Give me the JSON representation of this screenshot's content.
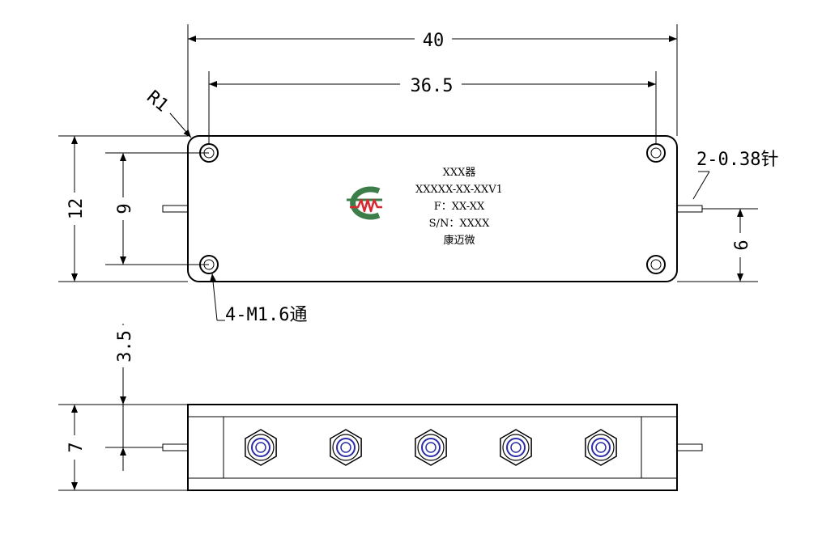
{
  "dimensions": {
    "overall_length": "40",
    "hole_spacing_x": "36.5",
    "corner_radius": "R1",
    "overall_width": "12",
    "hole_spacing_y": "9",
    "pin_spec": "2-0.38针",
    "pin_offset": "6",
    "hole_spec": "4-M1.6通",
    "side_offset": "3.5",
    "side_height": "7"
  },
  "label": {
    "line1": "XXX器",
    "line2": "XXXXX-XX-XXV1",
    "line3": "F：XX-XX",
    "line4": "S/N：XXXX",
    "line5": "康迈微"
  },
  "logo": {
    "name": "company-logo-icon",
    "ring_color": "#3d7d4a",
    "wave_color": "#d9282f"
  },
  "connector_color": "#2a2aa8"
}
